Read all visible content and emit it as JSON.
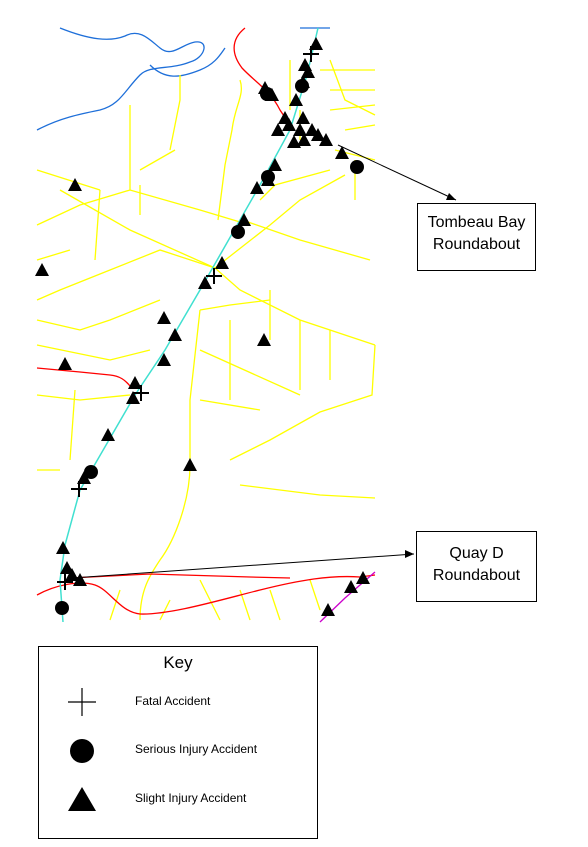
{
  "callouts": {
    "tombeau": {
      "line1": "Tombeau Bay",
      "line2": "Roundabout"
    },
    "quay": {
      "line1": "Quay D",
      "line2": "Roundabout"
    }
  },
  "legend": {
    "title": "Key",
    "items": [
      {
        "symbol": "cross",
        "label": "Fatal Accident"
      },
      {
        "symbol": "circle",
        "label": "Serious Injury Accident"
      },
      {
        "symbol": "triangle",
        "label": "Slight Injury Accident"
      }
    ]
  },
  "colors": {
    "main_road": "#40e0d0",
    "minor_roads": "#ffff00",
    "major_road": "#ff0000",
    "river": "#1e6fd9",
    "secondary_road": "#cc00cc",
    "markers": "#000000"
  }
}
